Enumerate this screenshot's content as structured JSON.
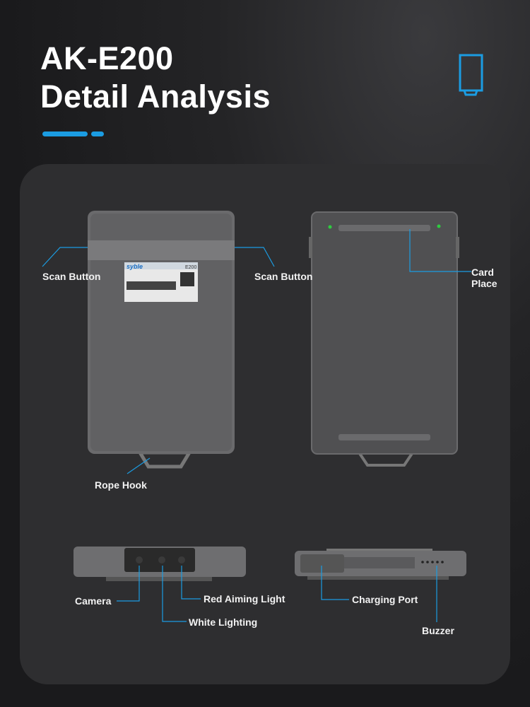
{
  "header": {
    "title_line1": "AK-E200",
    "title_line2": "Detail Analysis",
    "icon": "phone-outline-icon",
    "accent_color": "#1b9ce2"
  },
  "device_label": {
    "brand": "syble",
    "model": "E200"
  },
  "callouts": {
    "scan_left": "Scan Button",
    "scan_right": "Scan Button",
    "card_place": "Card Place",
    "rope_hook": "Rope Hook",
    "camera": "Camera",
    "red_aiming": "Red Aiming Light",
    "white_lighting": "White Lighting",
    "charging_port": "Charging Port",
    "buzzer": "Buzzer"
  }
}
